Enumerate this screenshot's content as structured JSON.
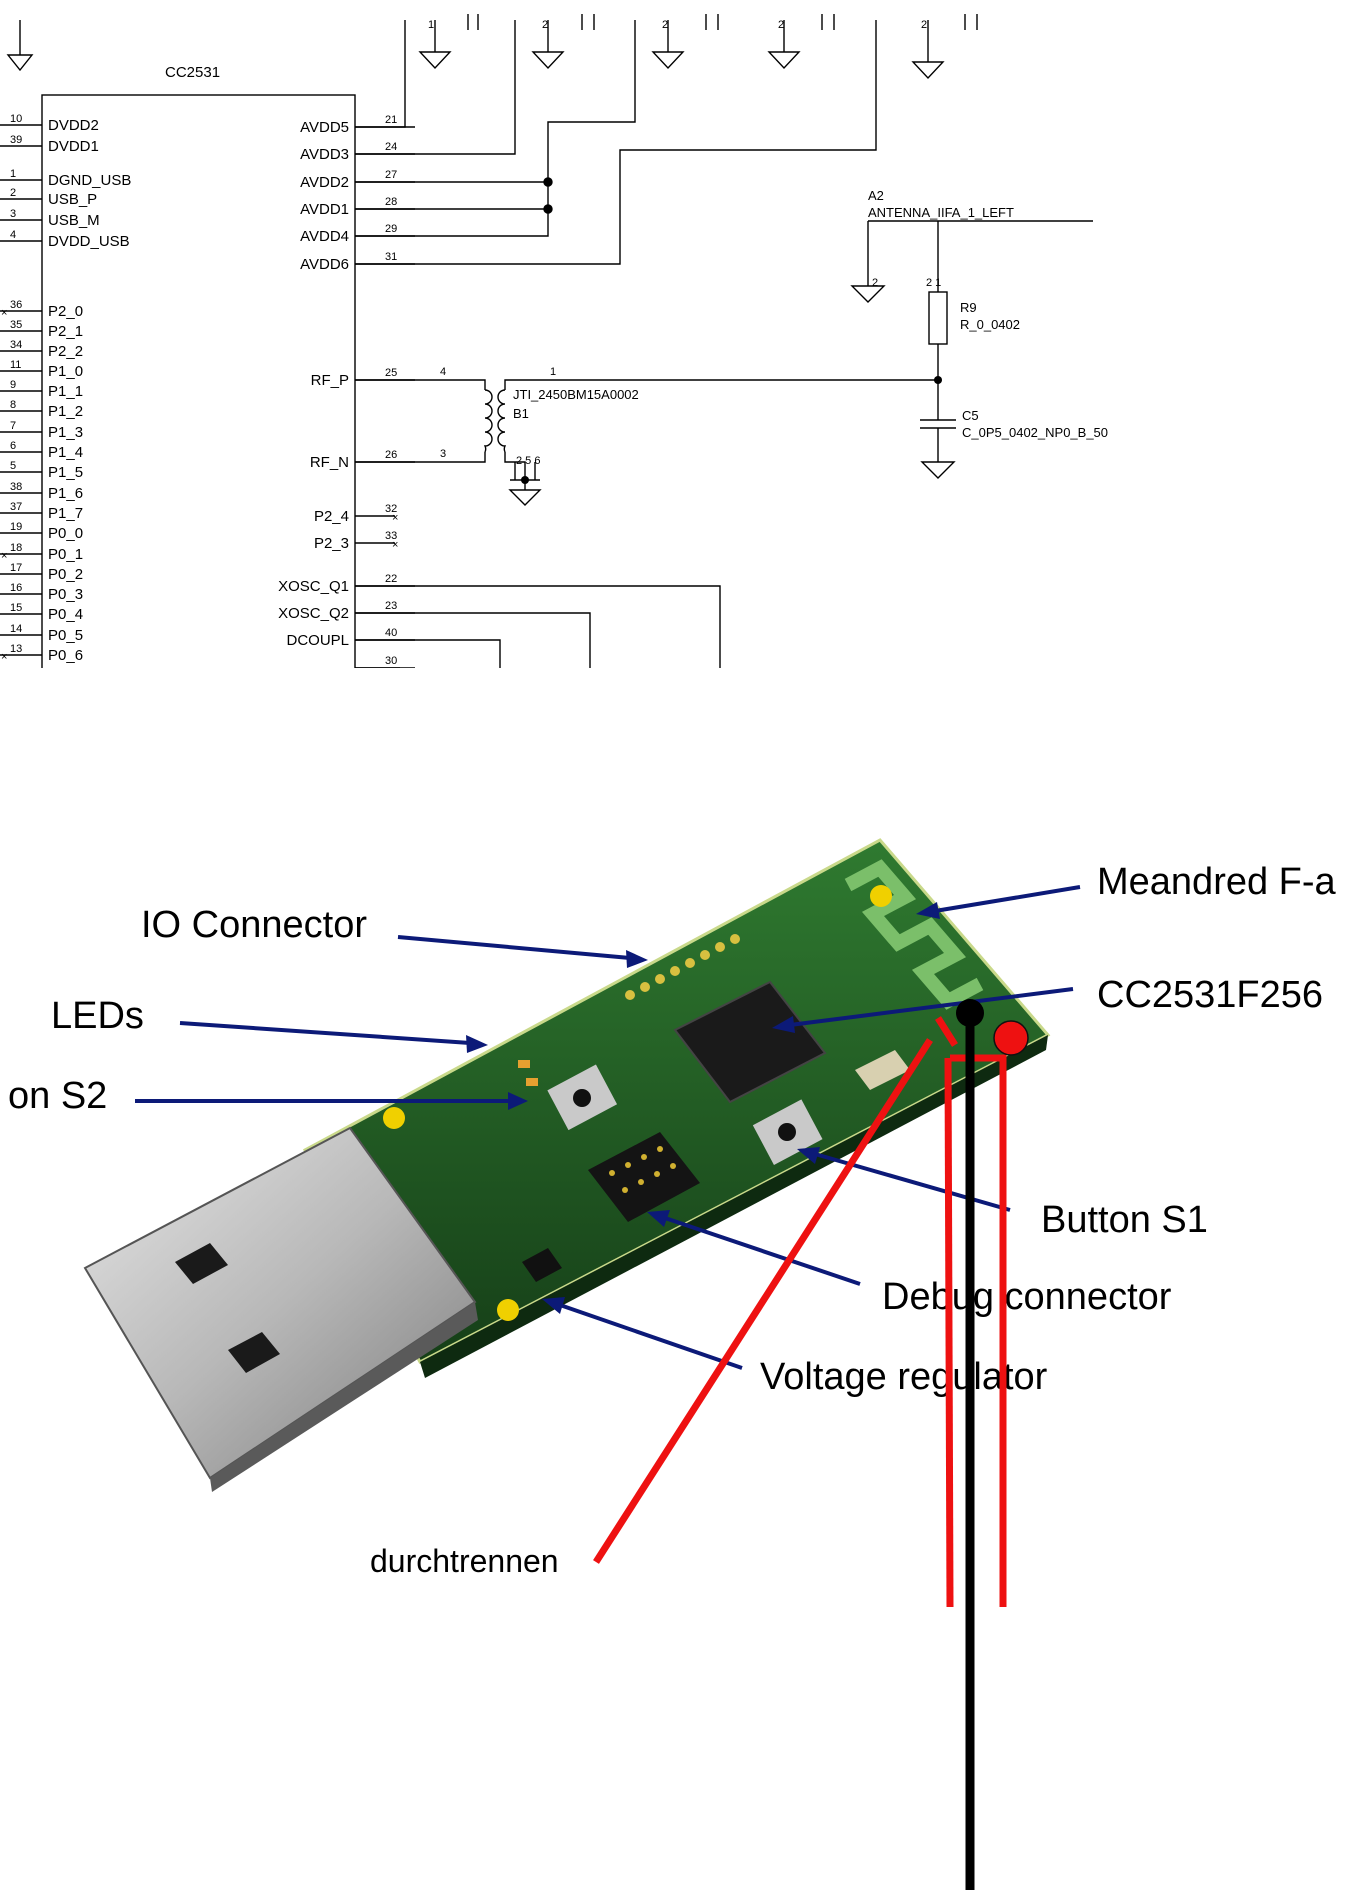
{
  "schematic": {
    "chip_name": "CC2531",
    "left_pins": [
      {
        "num": "10",
        "name": "DVDD2"
      },
      {
        "num": "39",
        "name": "DVDD1"
      },
      {
        "num": "1",
        "name": "DGND_USB"
      },
      {
        "num": "2",
        "name": "USB_P"
      },
      {
        "num": "3",
        "name": "USB_M"
      },
      {
        "num": "4",
        "name": "DVDD_USB"
      },
      {
        "num": "36",
        "name": "P2_0"
      },
      {
        "num": "35",
        "name": "P2_1"
      },
      {
        "num": "34",
        "name": "P2_2"
      },
      {
        "num": "11",
        "name": "P1_0"
      },
      {
        "num": "9",
        "name": "P1_1"
      },
      {
        "num": "8",
        "name": "P1_2"
      },
      {
        "num": "7",
        "name": "P1_3"
      },
      {
        "num": "6",
        "name": "P1_4"
      },
      {
        "num": "5",
        "name": "P1_5"
      },
      {
        "num": "38",
        "name": "P1_6"
      },
      {
        "num": "37",
        "name": "P1_7"
      },
      {
        "num": "19",
        "name": "P0_0"
      },
      {
        "num": "18",
        "name": "P0_1"
      },
      {
        "num": "17",
        "name": "P0_2"
      },
      {
        "num": "16",
        "name": "P0_3"
      },
      {
        "num": "15",
        "name": "P0_4"
      },
      {
        "num": "14",
        "name": "P0_5"
      },
      {
        "num": "13",
        "name": "P0_6"
      }
    ],
    "right_pins": [
      {
        "num": "21",
        "name": "AVDD5"
      },
      {
        "num": "24",
        "name": "AVDD3"
      },
      {
        "num": "27",
        "name": "AVDD2"
      },
      {
        "num": "28",
        "name": "AVDD1"
      },
      {
        "num": "29",
        "name": "AVDD4"
      },
      {
        "num": "31",
        "name": "AVDD6"
      },
      {
        "num": "25",
        "name": "RF_P"
      },
      {
        "num": "26",
        "name": "RF_N"
      },
      {
        "num": "32",
        "name": "P2_4"
      },
      {
        "num": "33",
        "name": "P2_3"
      },
      {
        "num": "22",
        "name": "XOSC_Q1"
      },
      {
        "num": "23",
        "name": "XOSC_Q2"
      },
      {
        "num": "40",
        "name": "DCOUPL"
      },
      {
        "num": "30",
        "name": ""
      }
    ],
    "balun": {
      "part": "JTI_2450BM15A0002",
      "ref": "B1",
      "pin_4": "4",
      "pin_1": "1",
      "pin_3": "3",
      "pins_gnd": "2 5 6"
    },
    "antenna": {
      "ref": "A2",
      "part": "ANTENNA_IIFA_1_LEFT",
      "pin_2": "2",
      "pins_21": "2 1"
    },
    "resistor": {
      "ref": "R9",
      "part": "R_0_0402"
    },
    "capacitor": {
      "ref": "C5",
      "part": "C_0P5_0402_NP0_B_50"
    }
  },
  "photo": {
    "callouts": {
      "io_connector": "IO Connector",
      "leds": "LEDs",
      "button_s2": "on S2",
      "antenna": "Meandred F-a",
      "chip": "CC2531F256",
      "button_s1": "Button S1",
      "debug_connector": "Debug connector",
      "voltage_regulator": "Voltage regulator"
    },
    "annotation": "durchtrennen",
    "colors": {
      "arrow": "#0c1a78",
      "mod_red": "#ee1111",
      "mod_black": "#000000",
      "pcb": "#1f5a24"
    }
  }
}
